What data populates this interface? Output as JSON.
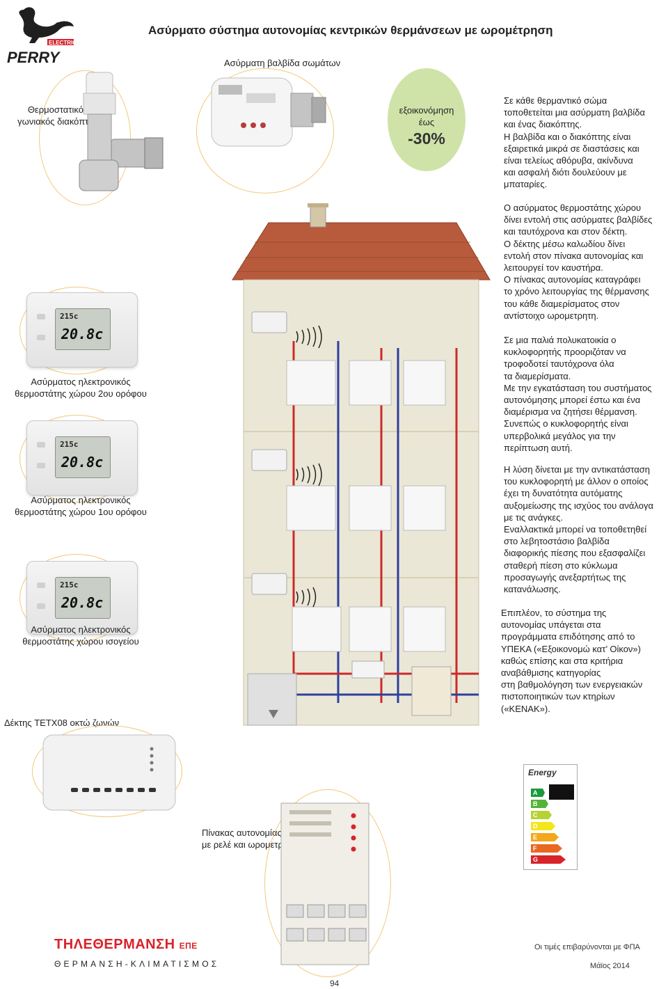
{
  "header": {
    "title": "Ασύρματο σύστημα αυτονομίας κεντρικών θερμάνσεων με ωρομέτρηση",
    "logo_text": "ELECTRIC",
    "logo_brand": "PERRY"
  },
  "labels": {
    "valve_caption": "Ασύρματη βαλβίδα σωμάτων",
    "corner_switch": [
      "Θερμοστατικός",
      "γωνιακός διακόπτης"
    ],
    "saving": {
      "line1": "εξοικονόμηση",
      "line2": "έως",
      "value": "-30%"
    },
    "thermo_2nd": [
      "Ασύρματος ηλεκτρονικός",
      "θερμοστάτης χώρου 2ου ορόφου"
    ],
    "thermo_1st": [
      "Ασύρματος ηλεκτρονικός",
      "θερμοστάτης χώρου 1ου ορόφου"
    ],
    "thermo_ground": [
      "Ασύρματος ηλεκτρονικός",
      "θερμοστάτης χώρου ισογείου"
    ],
    "receiver": "Δέκτης  TETX08 οκτώ ζωνών",
    "panel": [
      "Πίνακας αυτονομίας",
      "με ρελέ και ωρομετρητές"
    ]
  },
  "paragraphs": {
    "p1": [
      "Σε κάθε θερμαντικό σώμα",
      "τοποθετείται μια ασύρματη βαλβίδα",
      "και ένας διακόπτης.",
      "Η βαλβίδα και ο διακόπτης είναι",
      "εξαιρετικά μικρά σε διαστάσεις και",
      "είναι τελείως αθόρυβα, ακίνδυνα",
      "και ασφαλή διότι δουλεύουν με",
      "μπαταρίες."
    ],
    "p2": [
      "Ο ασύρματος θερμοστάτης χώρου",
      "δίνει εντολή στις ασύρματες βαλβίδες",
      "και ταυτόχρονα και στον δέκτη.",
      "Ο δέκτης μέσω καλωδίου δίνει",
      "εντολή στον πίνακα αυτονομίας και",
      "λειτουργεί τον καυστήρα.",
      "Ο πίνακας αυτονομίας  καταγράφει",
      "το χρόνο λειτουργίας της θέρμανσης",
      "του κάθε διαμερίσματος στον",
      "αντίστοιχο ωρομετρητη."
    ],
    "p3": [
      "Σε μια παλιά πολυκατοικία ο",
      "κυκλοφορητής προοριζόταν να",
      "τροφοδοτεί ταυτόχρονα όλα",
      "τα διαμερίσματα.",
      "Με την εγκατάσταση του συστήματος",
      "αυτονόμησης μπορεί έστω και ένα",
      "διαμέρισμα να ζητήσει θέρμανση.",
      "Συνεπώς ο κυκλοφορητής είναι",
      "υπερβολικά μεγάλος για την",
      "περίπτωση αυτή."
    ],
    "p4": [
      "Η λύση δίνεται με την αντικατάσταση",
      "του κυκλοφορητή με άλλον ο οποίος",
      "έχει τη δυνατότητα αυτόματης",
      "αυξομείωσης της ισχύος του ανάλογα",
      "με τις ανάγκες.",
      "Εναλλακτικά μπορεί να τοποθετηθεί",
      "στο λεβητοστάσιο βαλβίδα",
      "διαφορικής πίεσης που εξασφαλίζει",
      "σταθερή πίεση στο κύκλωμα",
      "προσαγωγής ανεξαρτήτως της",
      "κατανάλωσης."
    ],
    "p5": [
      "Επιπλέον, το σύστημα της",
      "αυτονομίας υπάγεται στα",
      "προγράμματα επιδότησης από το",
      "ΥΠΕΚΑ («Εξοικονομώ κατ’ Οίκον»)",
      "καθώς επίσης και στα κριτήρια",
      "αναβάθμισης κατηγορίας",
      "στη βαθμολόγηση των ενεργειακών",
      "πιστοποιητικών των κτηρίων",
      "(«ΚΕΝΑΚ»)."
    ]
  },
  "thermostat_display": {
    "top": "215c",
    "main": "20.8c"
  },
  "energy_label": {
    "title": "Energy",
    "classes": [
      "A",
      "B",
      "C",
      "D",
      "E",
      "F",
      "G"
    ],
    "colors": [
      "#1a9a3a",
      "#54b43a",
      "#b7d234",
      "#f4e51c",
      "#f3a81c",
      "#e9671f",
      "#d9222a"
    ]
  },
  "footer": {
    "company": "ΤΗΛΕΘΕΡΜΑΝΣΗ",
    "company_suffix": "ΕΠΕ",
    "tagline": "ΘΕΡΜΑΝΣΗ-ΚΛΙΜΑΤΙΣΜΟΣ",
    "price_note": "Οι τιμές επιβαρύνονται με ΦΠΑ",
    "date": "Μάϊος 2014",
    "page_number": "94"
  },
  "colors": {
    "accent_red": "#d8232a",
    "oval_border": "#f2c97a",
    "saving_green": "#cfe3a8"
  }
}
